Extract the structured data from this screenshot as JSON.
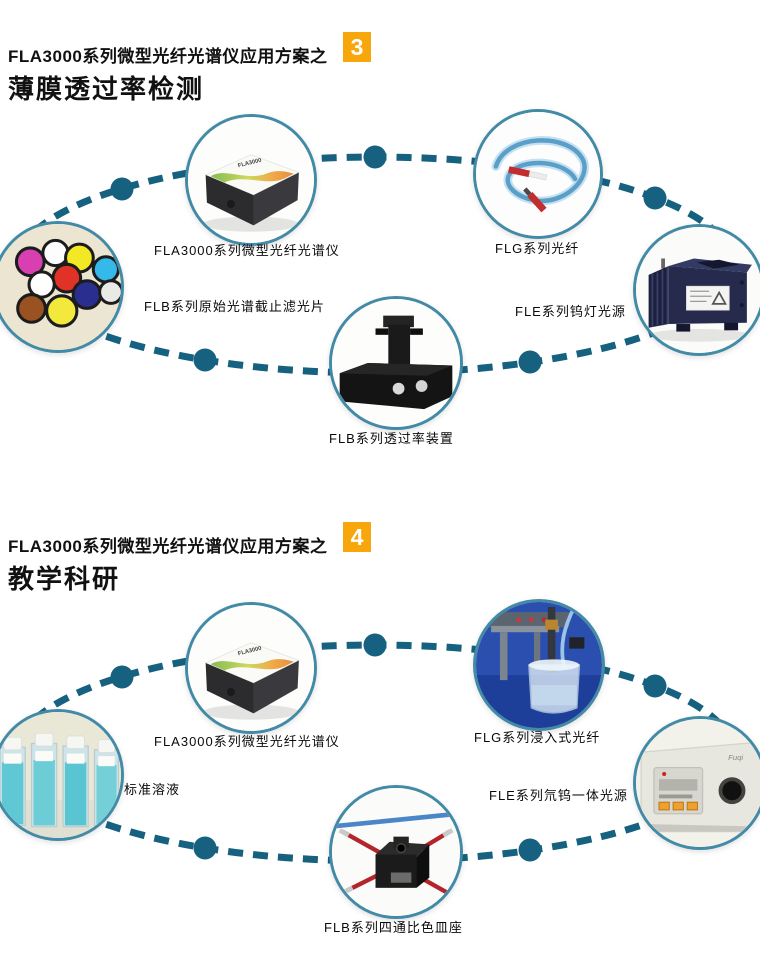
{
  "page": {
    "background": "#ffffff"
  },
  "colors": {
    "line_teal": "#15617F",
    "badge_orange": "#F7A60B",
    "badge_text": "#ffffff",
    "label_text": "#0a0a0a"
  },
  "sections": [
    {
      "header_prefix": "FLA3000系列微型光纤光谱仪应用方案之",
      "badge_number": "3",
      "subtitle": "薄膜透过率检测",
      "products": [
        {
          "label": "FLA3000系列微型光纤光谱仪",
          "icon": "spectrometer"
        },
        {
          "label": "FLG系列光纤",
          "icon": "fiber-coil"
        },
        {
          "label": "FLB系列原始光谱截止滤光片",
          "icon": "color-filters"
        },
        {
          "label": "FLE系列钨灯光源",
          "icon": "tungsten-lamp"
        },
        {
          "label": "FLB系列透过率装置",
          "icon": "transmittance-stage"
        }
      ]
    },
    {
      "header_prefix": "FLA3000系列微型光纤光谱仪应用方案之",
      "badge_number": "4",
      "subtitle": "教学科研",
      "products": [
        {
          "label": "FLA3000系列微型光纤光谱仪",
          "icon": "spectrometer"
        },
        {
          "label": "FLG系列浸入式光纤",
          "icon": "immersion-fiber"
        },
        {
          "label": "标准溶液",
          "icon": "standard-solutions"
        },
        {
          "label": "FLE系列氘钨一体光源",
          "icon": "deuterium-tungsten-source"
        },
        {
          "label": "FLB系列四通比色皿座",
          "icon": "cuvette-holder"
        }
      ]
    }
  ],
  "product_marks": {
    "spectrometer_label": "FLA3000",
    "light_source_brand": "Fuqi"
  }
}
